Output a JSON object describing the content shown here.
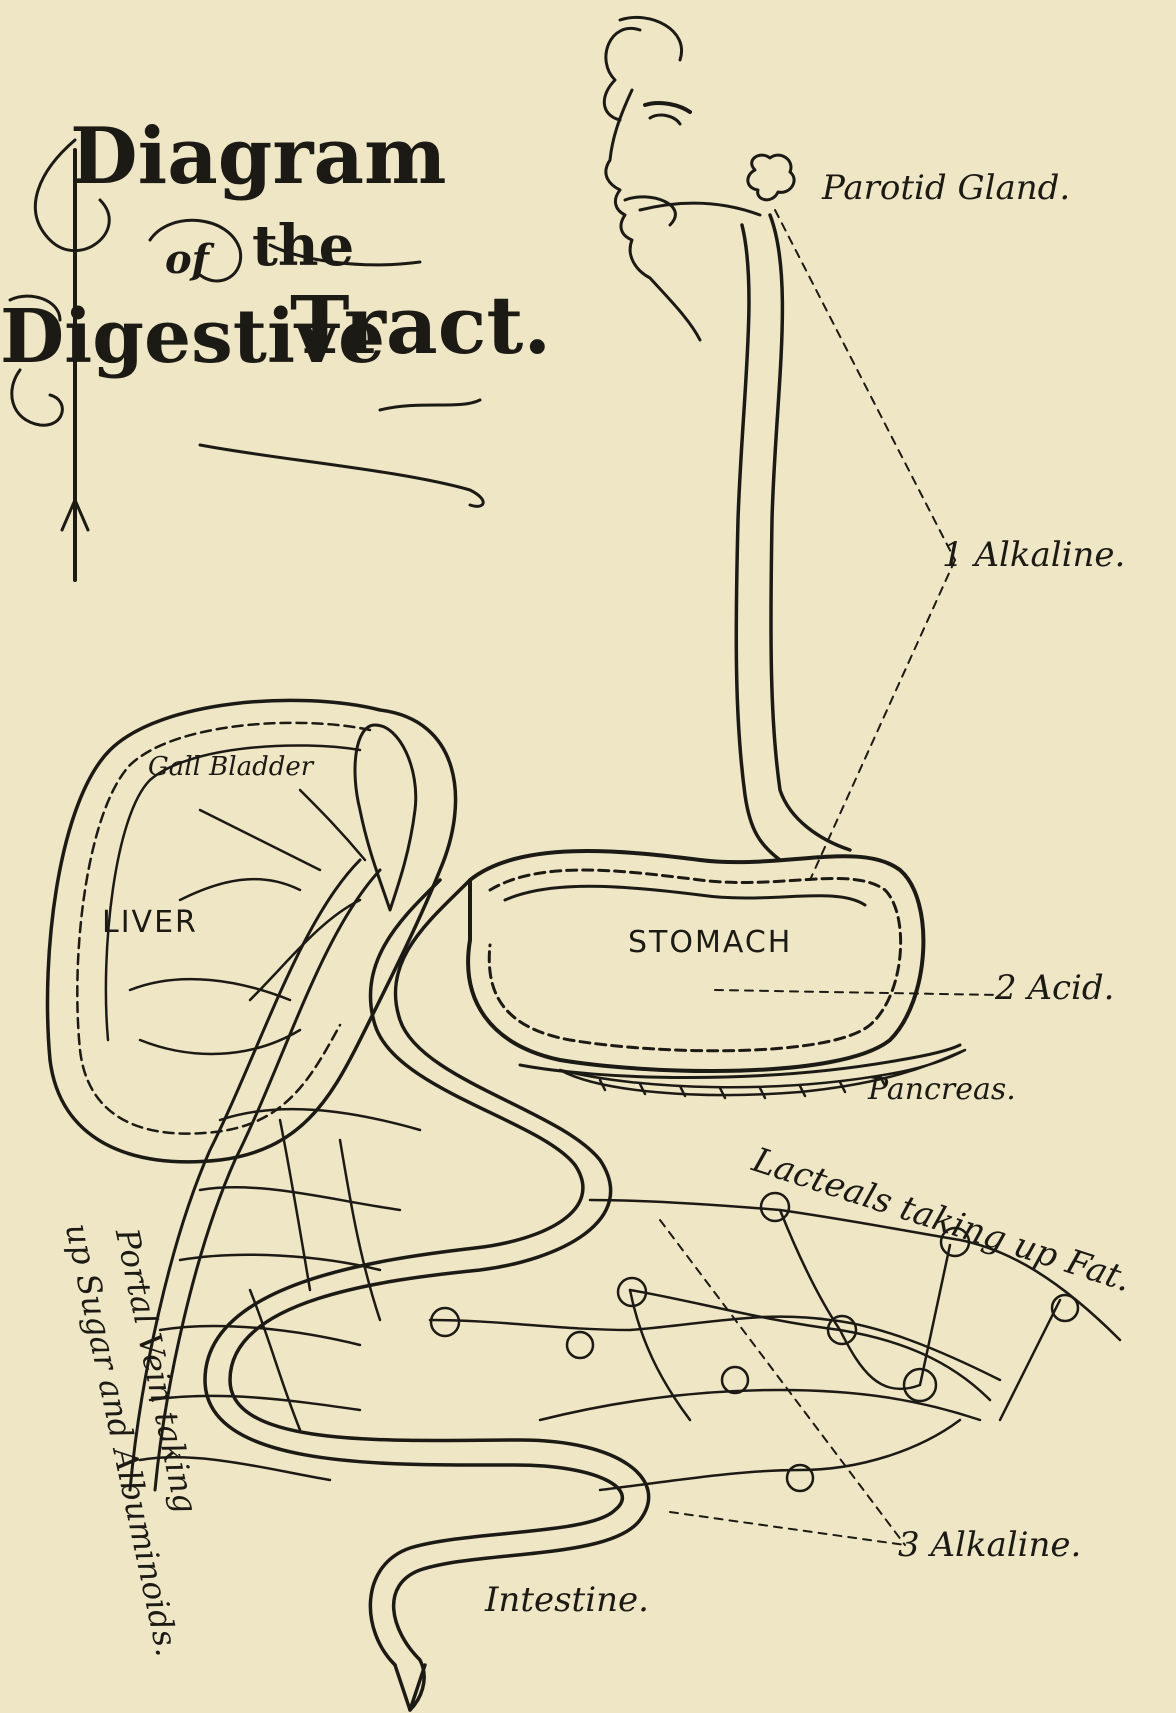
{
  "title": {
    "line1": "Diagram",
    "line2a": "of",
    "line2b": "the",
    "line3a": "Digestive",
    "line3b": "Tract."
  },
  "labels": {
    "parotid": "Parotid Gland.",
    "alkaline1": "1 Alkaline.",
    "gall_bladder": "Gall Bladder",
    "liver": "LIVER",
    "stomach": "STOMACH",
    "acid": "2 Acid.",
    "pancreas": "Pancreas.",
    "lacteals": "Lacteals taking up Fat.",
    "portal_vein": "Portal Vein taking",
    "portal_vein2": "up Sugar and Albuminoids.",
    "alkaline3": "3 Alkaline.",
    "intestine": "Intestine."
  },
  "colors": {
    "paper": "#eee6c4",
    "ink": "#1c1a15"
  }
}
